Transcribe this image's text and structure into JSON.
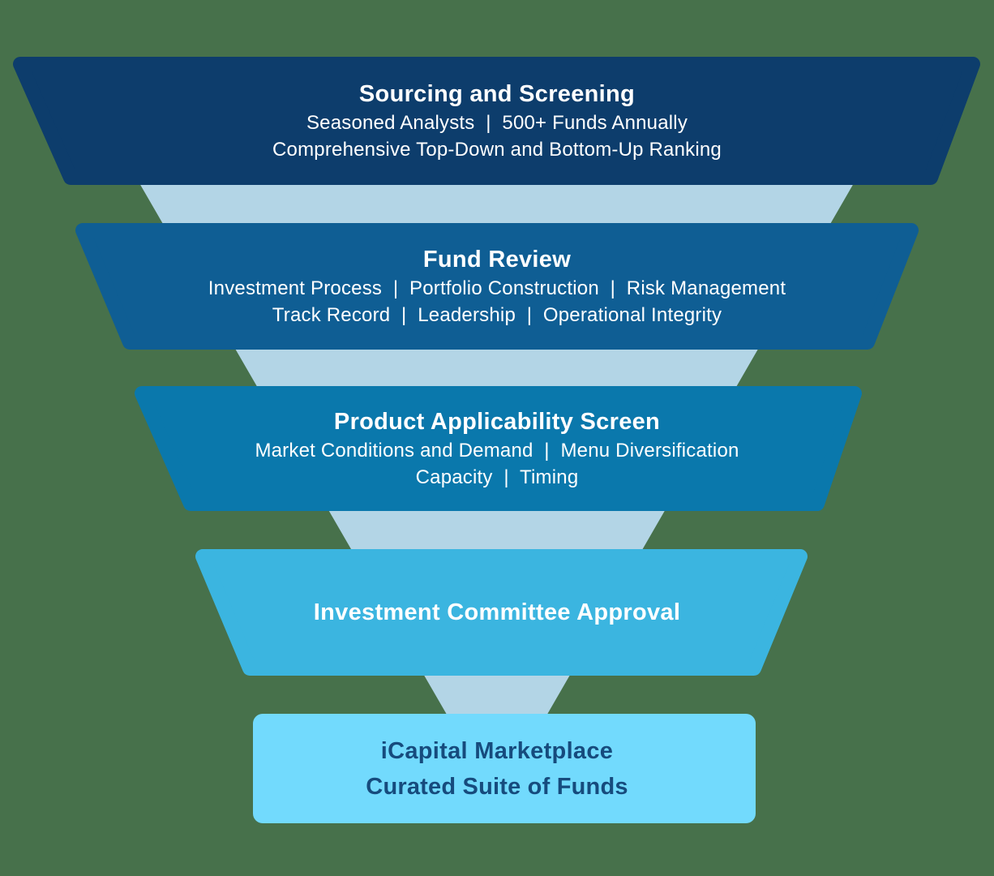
{
  "diagram": {
    "type": "funnel",
    "background_color": "#47714B",
    "funnel_shape_color": "#B3D5E6",
    "stages": [
      {
        "title": "Sourcing and Screening",
        "lines": [
          "Seasoned Analysts  |  500+ Funds Annually",
          "Comprehensive Top-Down and Bottom-Up Ranking"
        ],
        "color": "#0D3D6C",
        "text_color": "#FFFFFF"
      },
      {
        "title": "Fund Review",
        "lines": [
          "Investment Process  |  Portfolio Construction  |  Risk Management",
          "Track Record  |  Leadership  |  Operational Integrity"
        ],
        "color": "#0F5E94",
        "text_color": "#FFFFFF"
      },
      {
        "title": "Product Applicability Screen",
        "lines": [
          "Market Conditions and Demand  |  Menu Diversification",
          "Capacity  |  Timing"
        ],
        "color": "#0A78AC",
        "text_color": "#FFFFFF"
      },
      {
        "title": "Investment Committee Approval",
        "lines": [],
        "color": "#3BB5E0",
        "text_color": "#FFFFFF"
      },
      {
        "title": "iCapital Marketplace",
        "lines": [
          "Curated Suite of Funds"
        ],
        "color": "#72DAFD",
        "text_color": "#164B7D"
      }
    ]
  }
}
